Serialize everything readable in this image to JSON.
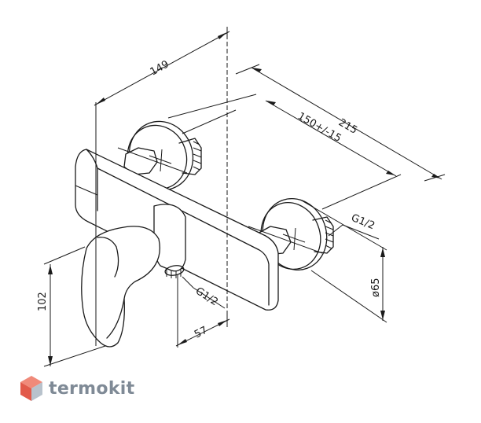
{
  "dimensions": {
    "width_overall": "149",
    "depth_overall": "215",
    "inlet_spacing": "150+/-15",
    "thread_side": "G1/2",
    "thread_bottom": "G1/2",
    "rosette_diameter": "ø65",
    "height": "102",
    "outlet_offset": "57"
  },
  "brand": {
    "name": "termokit",
    "colors": {
      "text": "#7f8a96",
      "mark_top": "#f08a7a",
      "mark_left": "#e25a4a",
      "mark_right": "#b8c2cc"
    }
  },
  "colors": {
    "line": "#1a1a1a",
    "background": "#ffffff"
  }
}
